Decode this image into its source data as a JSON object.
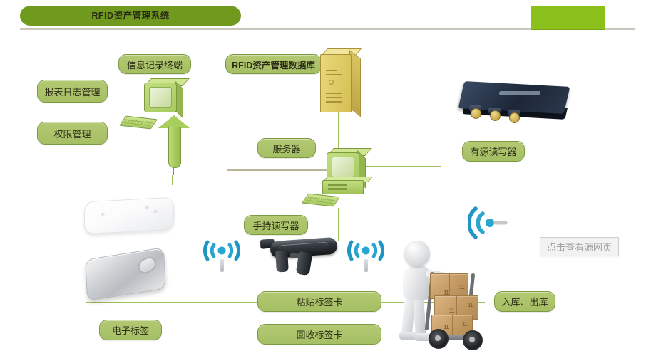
{
  "header": {
    "title": "RFID资产管理系统",
    "tab_label": ""
  },
  "diagram": {
    "labels": {
      "report_log_mgmt": "报表日志管理",
      "permission_mgmt": "权限管理",
      "info_record_terminal": "信息记录终端",
      "rfid_database": "RFID资产管理数据库",
      "server": "服务器",
      "active_reader": "有源读写器",
      "handheld_reader": "手持读写器",
      "electronic_tag": "电子标签",
      "attach_tag_card": "粘贴标签卡",
      "recycle_tag_card": "回收标签卡",
      "inbound_outbound": "入库、出库"
    },
    "icons": {
      "terminal_computer": "green-computer-icon",
      "down_arrow": "down-arrow-icon",
      "server_tower": "server-tower-icon",
      "server_computer": "green-computer-icon",
      "navy_reader": "fixed-rfid-reader-icon",
      "white_antenna": "white-rfid-antenna-icon",
      "silver_tag": "silver-rfid-tag-icon",
      "handheld_gun": "handheld-rfid-gun-icon",
      "wifi_left": "wifi-signal-icon",
      "wifi_mid": "wifi-signal-icon",
      "wifi_right": "wifi-signal-icon",
      "worker": "worker-with-handtruck-icon"
    }
  },
  "overlay": {
    "tooltip": "点击查看源网页"
  },
  "colors": {
    "header_green": "#6f9a1e",
    "tab_green": "#8cc01c",
    "label_fill": "#a5bf64",
    "label_border": "#7e9a3e",
    "connector": "#b9b597",
    "wifi_blue": "#2aa5cf",
    "server_yellow": "#d6c055",
    "reader_navy": "#1d2738"
  }
}
